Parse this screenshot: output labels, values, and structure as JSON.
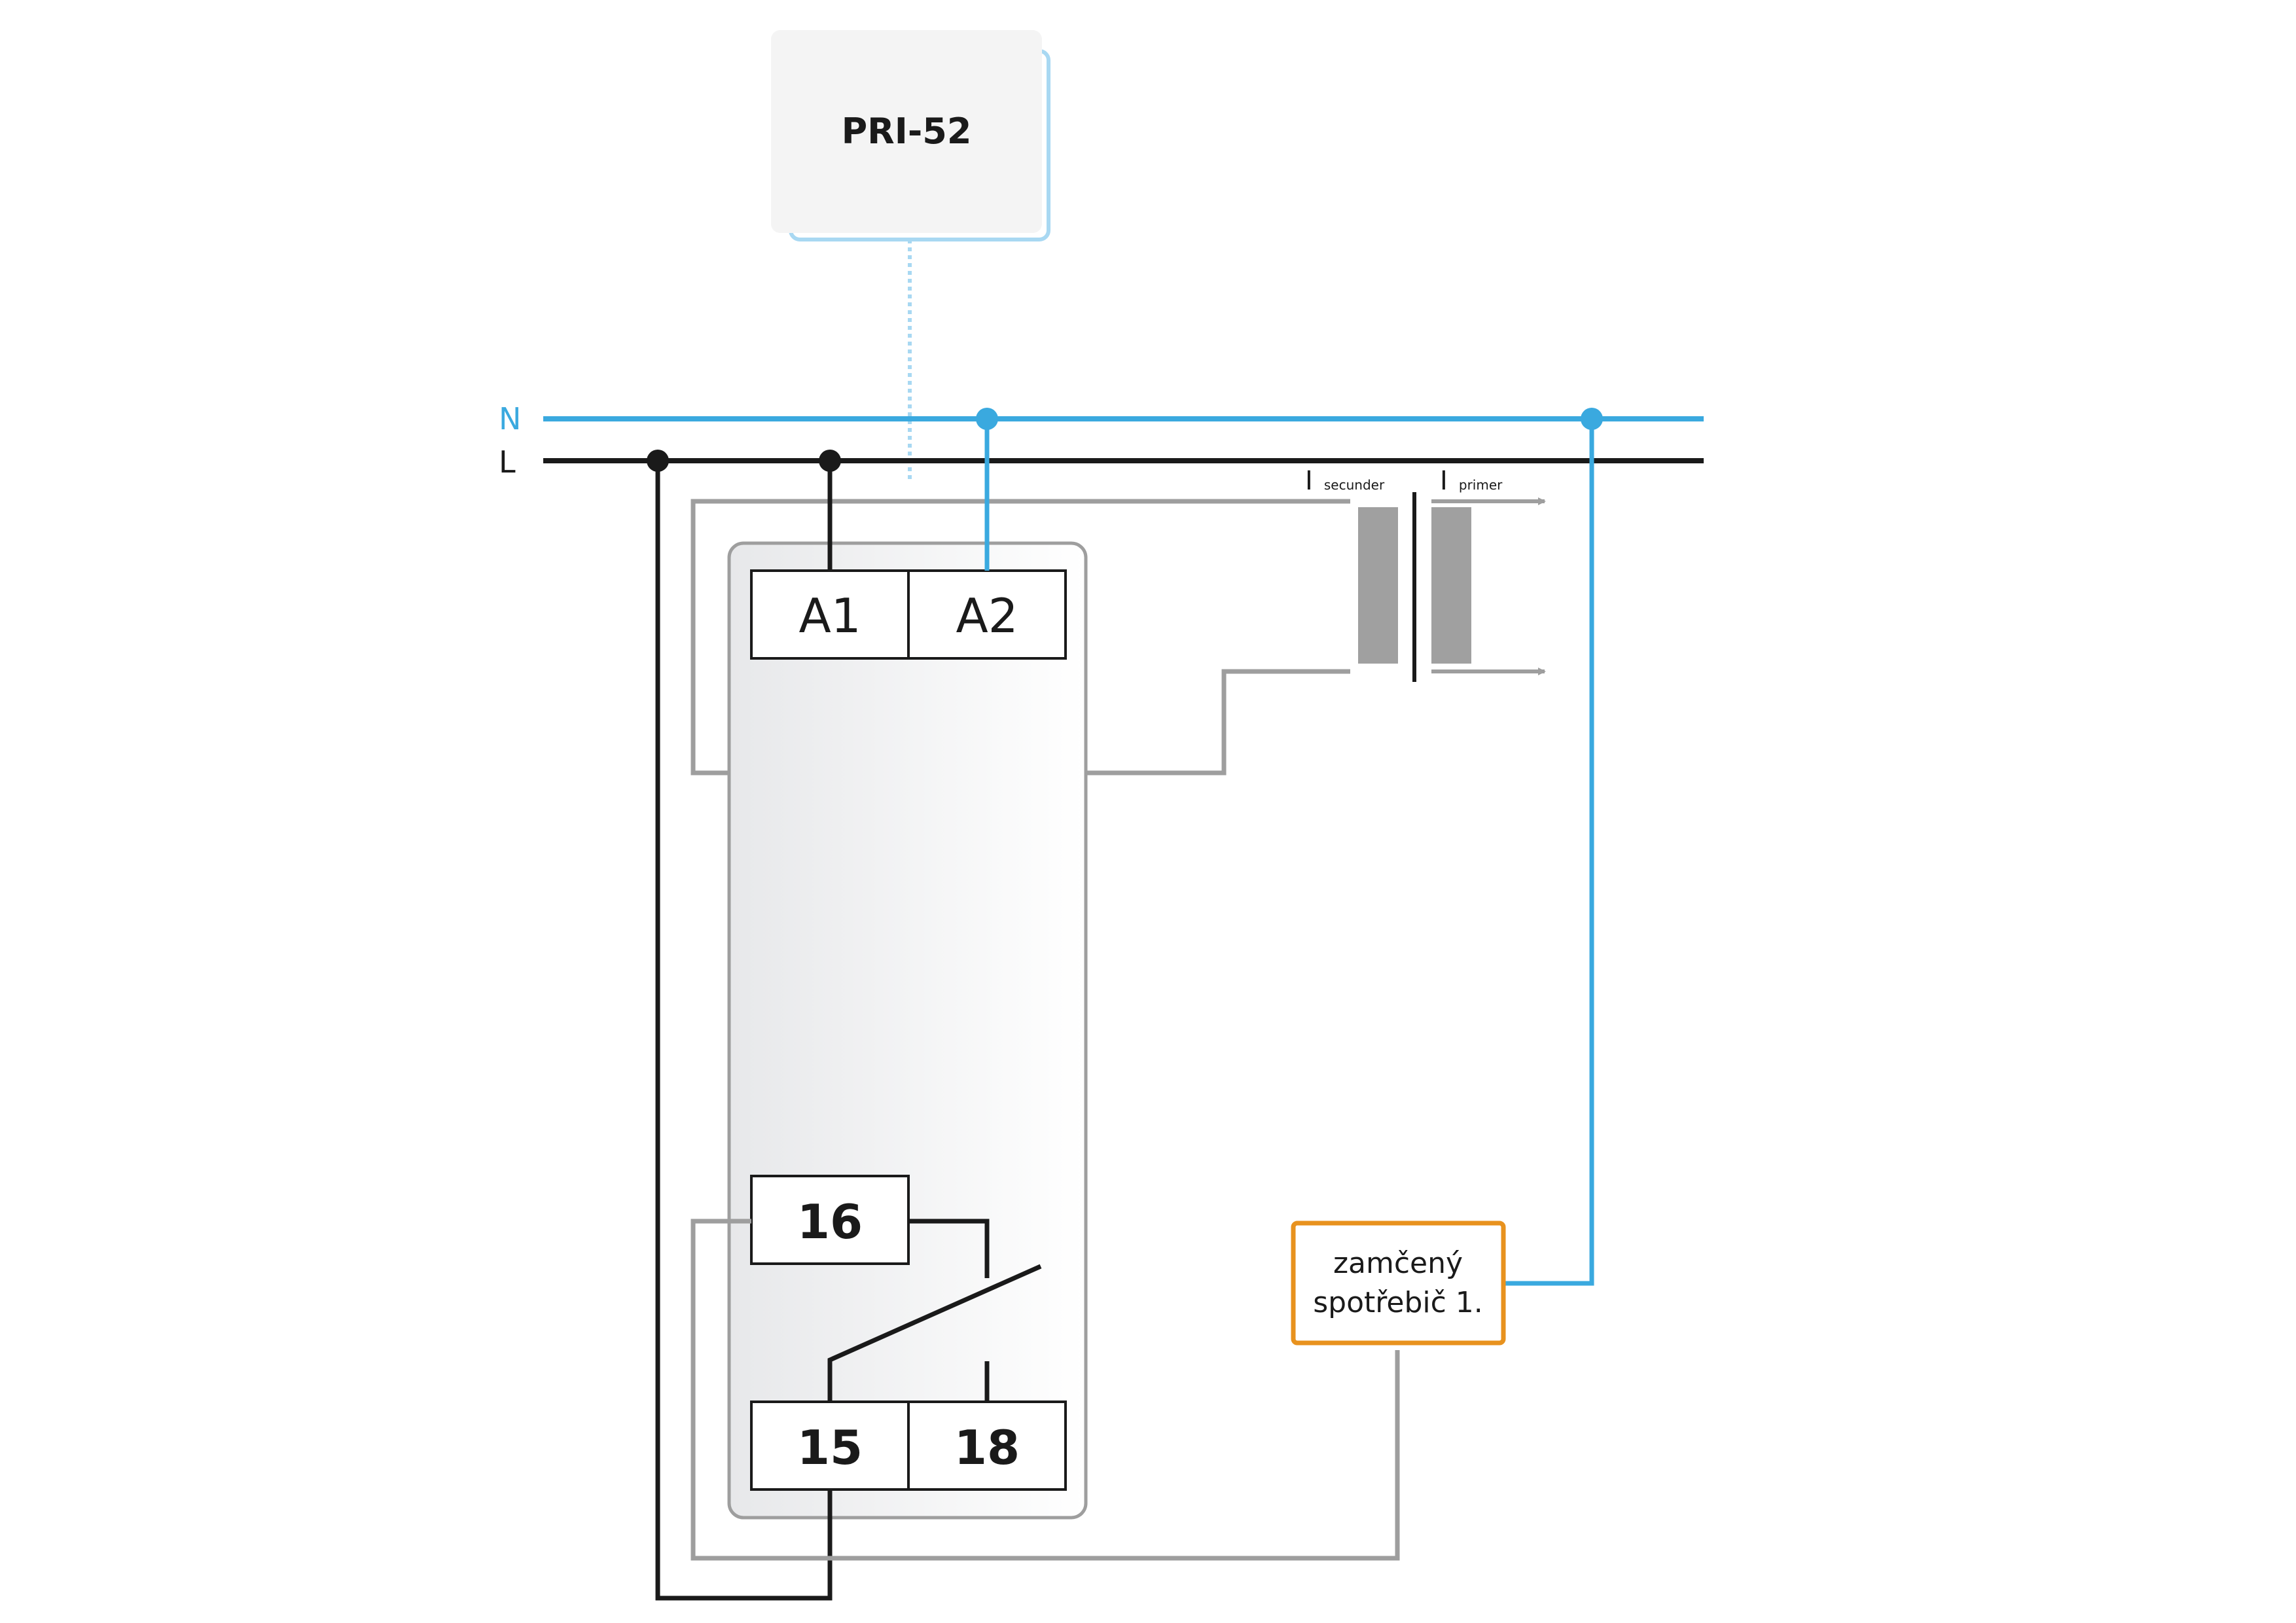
{
  "controller": {
    "label": "PRI-52"
  },
  "buses": {
    "neutral_label": "N",
    "line_label": "L"
  },
  "relay": {
    "coil_terminals": [
      "A1",
      "A2"
    ],
    "contact_terminals": {
      "nc": "16",
      "common": "15",
      "no": "18"
    }
  },
  "current_transformer": {
    "secondary_prefix": "I",
    "secondary_subscript": "secunder",
    "primary_prefix": "I",
    "primary_subscript": "primer"
  },
  "load": {
    "line1": "zamčený",
    "line2": "spotřebič 1."
  },
  "colors": {
    "neutral_wire": "#3aa9df",
    "line_wire": "#1a1a1a",
    "signal_wire": "#9e9e9e",
    "load_border": "#e8921e",
    "controller_bg": "#f4f4f4",
    "controller_shadow": "#a8d8f2",
    "ct_core": "#a0a0a0"
  },
  "icons": {
    "bus_link": "dotted-line",
    "relay_contact": "switch-contact-icon",
    "ct_arrows": "arrow-right-icon"
  }
}
